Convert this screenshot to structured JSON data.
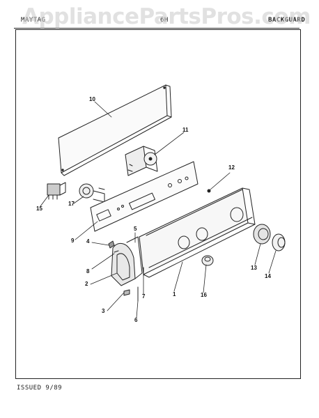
{
  "watermark": "AppliancePartsPros.com",
  "header": {
    "left_label": "MAYTAG",
    "mid_label": "6H",
    "right_label": "BACKGUARD"
  },
  "callouts": [
    "10",
    "11",
    "12",
    "15",
    "17",
    "9",
    "5",
    "4",
    "8",
    "2",
    "3",
    "6",
    "7",
    "1",
    "16",
    "13",
    "14"
  ],
  "footer": {
    "issued": "ISSUED 9/89"
  }
}
